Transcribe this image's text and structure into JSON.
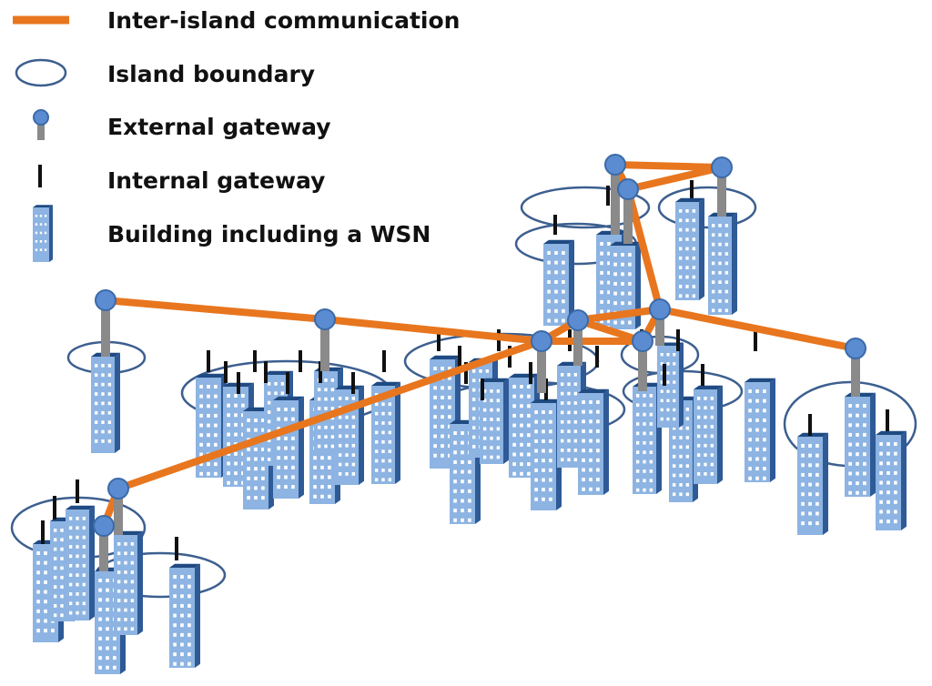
{
  "legend": {
    "inter_island": "Inter-island communication",
    "island_boundary": "Island boundary",
    "external_gateway": "External gateway",
    "internal_gateway": "Internal gateway",
    "building": "Building including a WSN"
  },
  "colors": {
    "link": "#e8761e",
    "island": "#3d5f8f",
    "gateway_node": "#5b8bd0",
    "gateway_pole": "#8a8a8a",
    "internal_gateway": "#111111",
    "building_face": "#8db4e2",
    "building_side": "#2e5a96",
    "window": "#ffffff"
  }
}
